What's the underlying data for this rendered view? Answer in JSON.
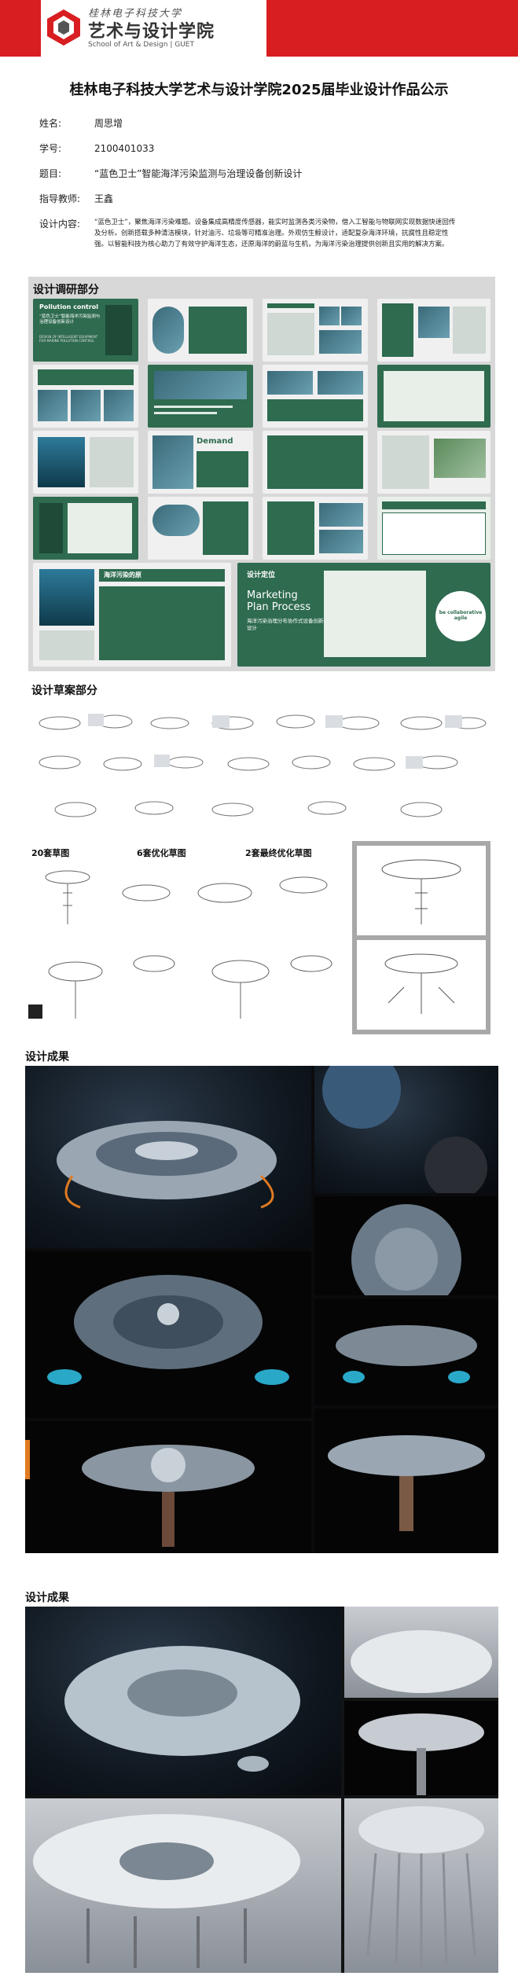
{
  "header": {
    "logo_cn_top": "桂林电子科技大学",
    "logo_cn_main": "艺术与设计学院",
    "logo_en": "School of Art & Design | GUET"
  },
  "page_title": "桂林电子科技大学艺术与设计学院2025届毕业设计作品公示",
  "info": {
    "name_label": "姓名:",
    "name_value": "周思增",
    "id_label": "学号:",
    "id_value": "2100401033",
    "topic_label": "题目:",
    "topic_value": "“蓝色卫士”智能海洋污染监测与治理设备创新设计",
    "advisor_label": "指导教师:",
    "advisor_value": "王鑫",
    "content_label": "设计内容:",
    "content_value": "“蓝色卫士”，聚焦海洋污染难题。设备集成高精度传感器，能实时监测各类污染物，借入工智能与物联网实现数据快速回传及分析。创新搭载多种清洁模块，针对油污、垃圾等可精准治理。外观仿生鲸设计，适配复杂海洋环境，抗腐性且稳定性强。以智能科技为核心助力了有效守护海洋生态，还原海洋的蔚蓝与生机，为海洋污染治理提供创新且实用的解决方案。"
  },
  "sections": {
    "research": "设计调研部分",
    "sketch": "设计草案部分",
    "result1": "设计成果",
    "result2": "设计成果"
  },
  "research_cards": {
    "cover_en": "Pollution control",
    "cover_cn": "“蓝色卫士”智能海洋污染监测与治理设备创新设计",
    "cover_en2": "DESIGN OF INTELLIGENT EQUIPMENT FOR MARINE POLLUTION CONTROL",
    "demand": "Demand",
    "pollution_cause": "海洋污染的原",
    "positioning": "设计定位",
    "marketing": "Marketing Plan Process",
    "marketing_cn": "海洋污染治理分布协作式设备创新设计",
    "circle_text": "be collaborative agile"
  },
  "sketch_labels": {
    "s20": "20套草图",
    "s6": "6套优化草图",
    "s2": "2套最终优化草图"
  },
  "colors": {
    "brand_red": "#d81e21",
    "research_green": "#2e6b4f",
    "frame_gray": "#d8d8d8"
  }
}
